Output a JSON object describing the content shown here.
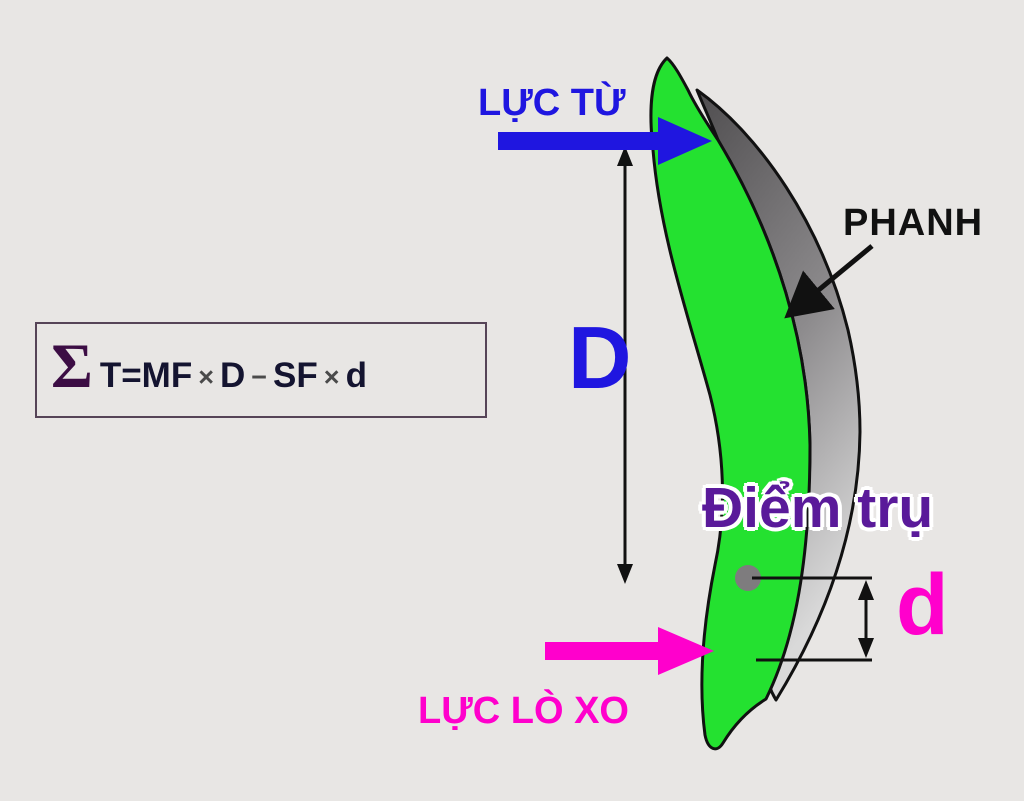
{
  "colors": {
    "bg": "#e8e6e4",
    "blue": "#1f16e0",
    "magenta": "#ff00cc",
    "green": "#24e130",
    "purple": "#5a1a9a",
    "sigma-purple": "#3c0d44",
    "band-dark": "#4f4d4f",
    "band-light": "#d9d9d9",
    "ink": "#111111",
    "pivot-gray": "#7e7c7e",
    "formula-ink": "#141430",
    "operator-gray": "#4a4a4a",
    "box-border": "#564457"
  },
  "labels": {
    "magnetic_force": "LỰC TỪ",
    "brake": "PHANH",
    "distance_D": "D",
    "pivot_point": "Điểm trụ",
    "distance_d": "d",
    "spring_force": "LỰC LÒ XO"
  },
  "formula": {
    "sigma": "Σ",
    "tokens": [
      "T=MF",
      "×",
      "D",
      "−",
      "SF",
      "×",
      "d"
    ]
  }
}
